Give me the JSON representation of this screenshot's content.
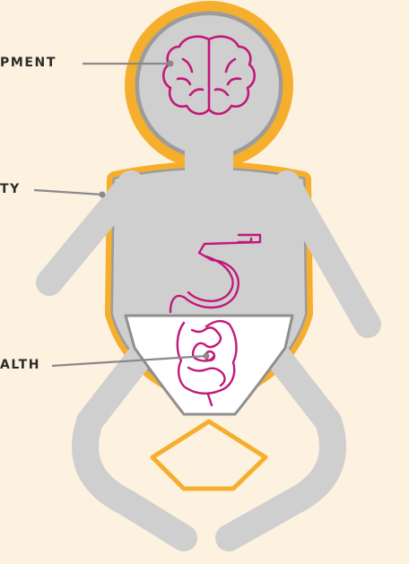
{
  "labels": {
    "brain": "PMENT",
    "body": "TY",
    "gut": "ALTH"
  },
  "colors": {
    "background": "#fdf1e0",
    "outline": "#f6ae2d",
    "body_fill": "#cfcfcf",
    "body_stroke": "#9c9c9c",
    "diaper": "#ffffff",
    "organs": "#c2187a",
    "leader": "#8a8a8a"
  },
  "icons": [
    "brain-icon",
    "stomach-icon",
    "intestines-icon"
  ]
}
